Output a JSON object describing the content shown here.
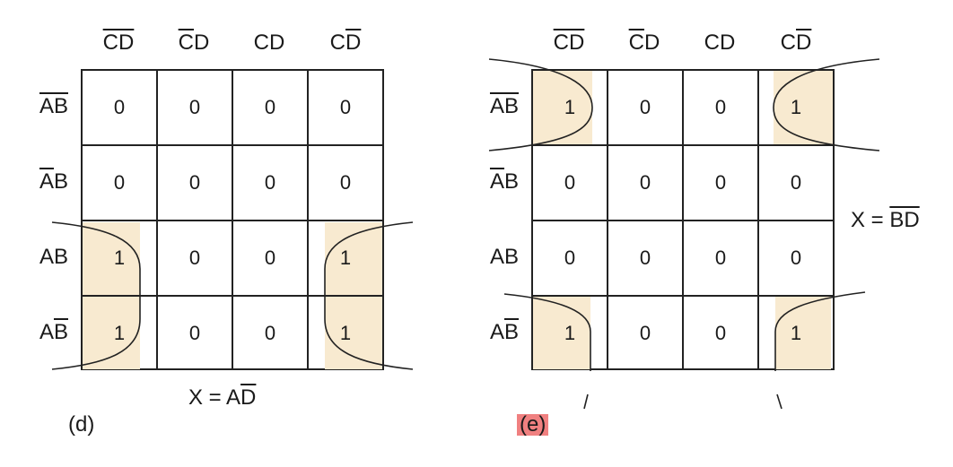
{
  "col_headers": [
    {
      "a": "C",
      "a_bar": true,
      "b": "D",
      "b_bar": true
    },
    {
      "a": "C",
      "a_bar": true,
      "b": "D",
      "b_bar": false
    },
    {
      "a": "C",
      "a_bar": false,
      "b": "D",
      "b_bar": false
    },
    {
      "a": "C",
      "a_bar": false,
      "b": "D",
      "b_bar": true
    }
  ],
  "row_headers": [
    {
      "a": "A",
      "a_bar": true,
      "b": "B",
      "b_bar": true
    },
    {
      "a": "A",
      "a_bar": true,
      "b": "B",
      "b_bar": false
    },
    {
      "a": "A",
      "a_bar": false,
      "b": "B",
      "b_bar": false
    },
    {
      "a": "A",
      "a_bar": false,
      "b": "B",
      "b_bar": true
    }
  ],
  "maps": [
    {
      "id": "d",
      "caption": "(d)",
      "values": [
        [
          "0",
          "0",
          "0",
          "0"
        ],
        [
          "0",
          "0",
          "0",
          "0"
        ],
        [
          "1",
          "0",
          "0",
          "1"
        ],
        [
          "1",
          "0",
          "0",
          "1"
        ]
      ],
      "expression": {
        "lhs": "X = A",
        "bar_term": "D",
        "suffix": ""
      }
    },
    {
      "id": "e",
      "caption": "(e)",
      "caption_highlight": "#f08080",
      "values": [
        [
          "1",
          "0",
          "0",
          "1"
        ],
        [
          "0",
          "0",
          "0",
          "0"
        ],
        [
          "0",
          "0",
          "0",
          "0"
        ],
        [
          "1",
          "0",
          "0",
          "1"
        ]
      ],
      "expression": {
        "lhs": "X = ",
        "bar_term": "BD",
        "suffix": ""
      }
    }
  ],
  "colors": {
    "group_fill": "#f8ead0",
    "grid": "#222222",
    "caption_e_highlight": "#f08080"
  }
}
